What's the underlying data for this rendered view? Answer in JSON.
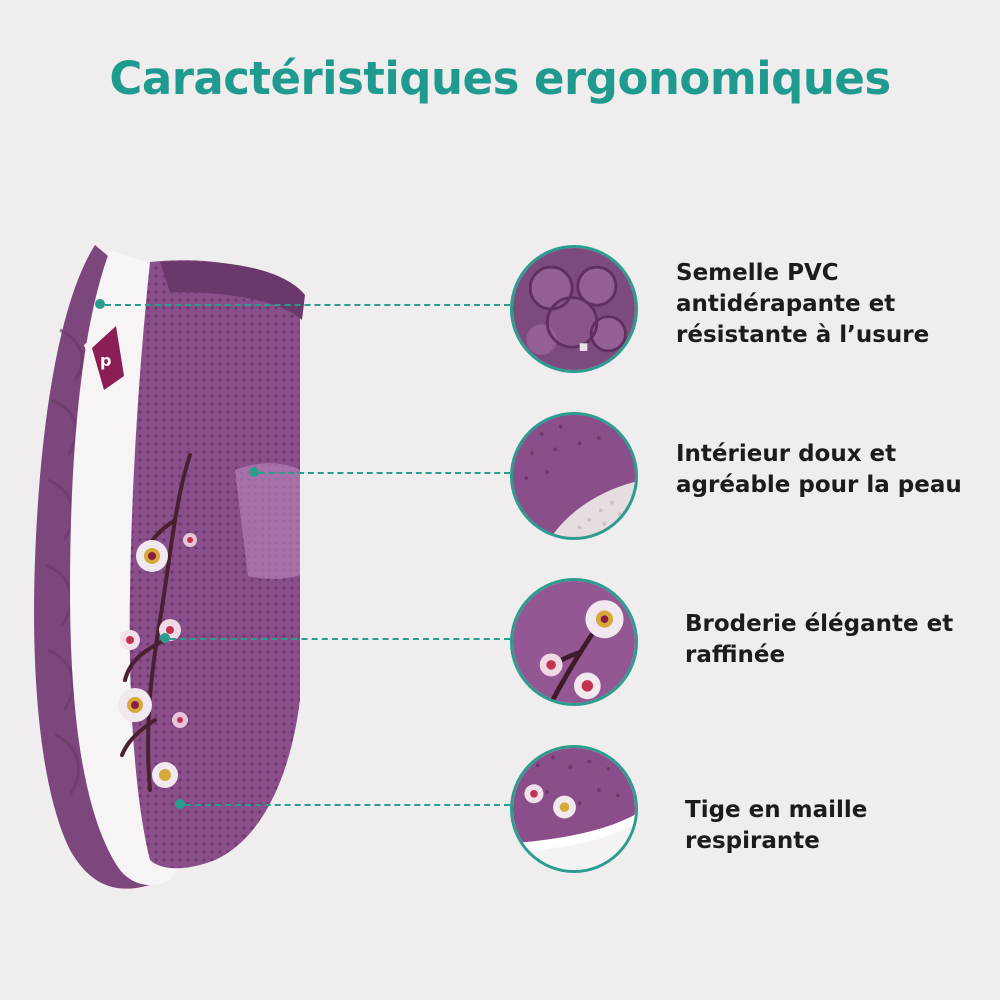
{
  "title": "Caractéristiques ergonomiques",
  "colors": {
    "accent": "#1f9a8f",
    "shoe_purple": "#8a4f8a",
    "sole_white": "#f6f4f5",
    "background": "#efedee"
  },
  "features": [
    {
      "label": "Semelle PVC\nantidérapante et\nrésistante à l’usure",
      "icon": "sole-tread-closeup"
    },
    {
      "label": "Intérieur doux et\nagréable pour la peau",
      "icon": "inner-lining-closeup"
    },
    {
      "label": "Broderie élégante et\nraffinée",
      "icon": "embroidery-closeup"
    },
    {
      "label": "Tige en maille\nrespirante",
      "icon": "mesh-upper-closeup"
    }
  ]
}
